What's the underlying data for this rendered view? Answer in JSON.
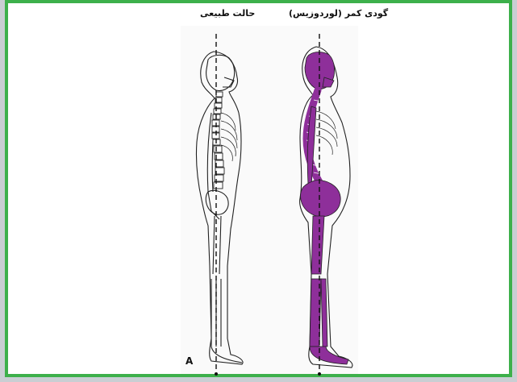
{
  "captions": {
    "normal": "حالت طبیعی",
    "lordosis": "گودی کمر (لوردوزیس)"
  },
  "figure_letter": "A",
  "colors": {
    "frame_border": "#3db04b",
    "highlight": "#8e2f9a",
    "outline": "#222222"
  },
  "icons": {
    "normal_skeleton": "normal-posture-skeleton",
    "lordosis_skeleton": "lordosis-posture-skeleton"
  }
}
